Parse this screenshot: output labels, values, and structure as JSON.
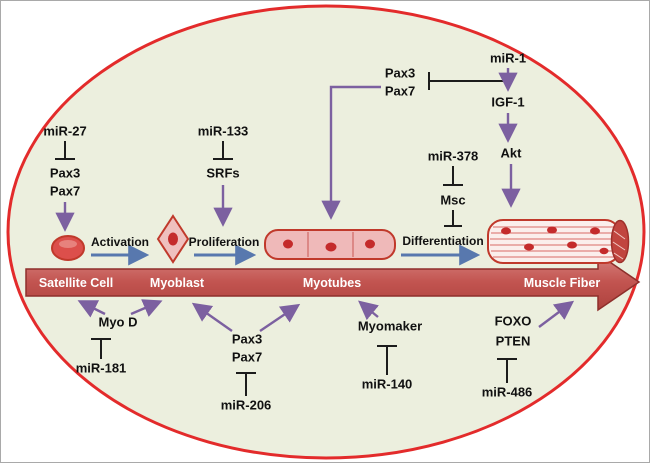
{
  "labels": {
    "mir27": "miR-27",
    "pax3_left": "Pax3",
    "pax7_left": "Pax7",
    "mir133": "miR-133",
    "srfs": "SRFs",
    "pax3_top": "Pax3",
    "pax7_top": "Pax7",
    "mir1": "miR-1",
    "igf1": "IGF-1",
    "akt": "Akt",
    "mir378": "miR-378",
    "msc": "Msc",
    "activation": "Activation",
    "proliferation": "Proliferation",
    "differentiation": "Differentiation",
    "myod": "Myo D",
    "mir181": "miR-181",
    "pax3_bottom": "Pax3",
    "pax7_bottom": "Pax7",
    "mir206": "miR-206",
    "myomaker": "Myomaker",
    "mir140": "miR-140",
    "foxo": "FOXO",
    "pten": "PTEN",
    "mir486": "miR-486"
  },
  "stages": {
    "satellite_cell": "Satellite Cell",
    "myoblast": "Myoblast",
    "myotubes": "Myotubes",
    "muscle_fiber": "Muscle Fiber"
  },
  "colors": {
    "ellipse_fill": "#ECEFDE",
    "ellipse_border": "#E32B2B",
    "banner_red": "#C25450",
    "arrow_purple": "#7C60A0",
    "arrow_blue": "#5878AE",
    "inhibition_black": "#1C1C1C",
    "cell_pink": "#EFC0BE",
    "cell_red": "#C42B2B"
  }
}
